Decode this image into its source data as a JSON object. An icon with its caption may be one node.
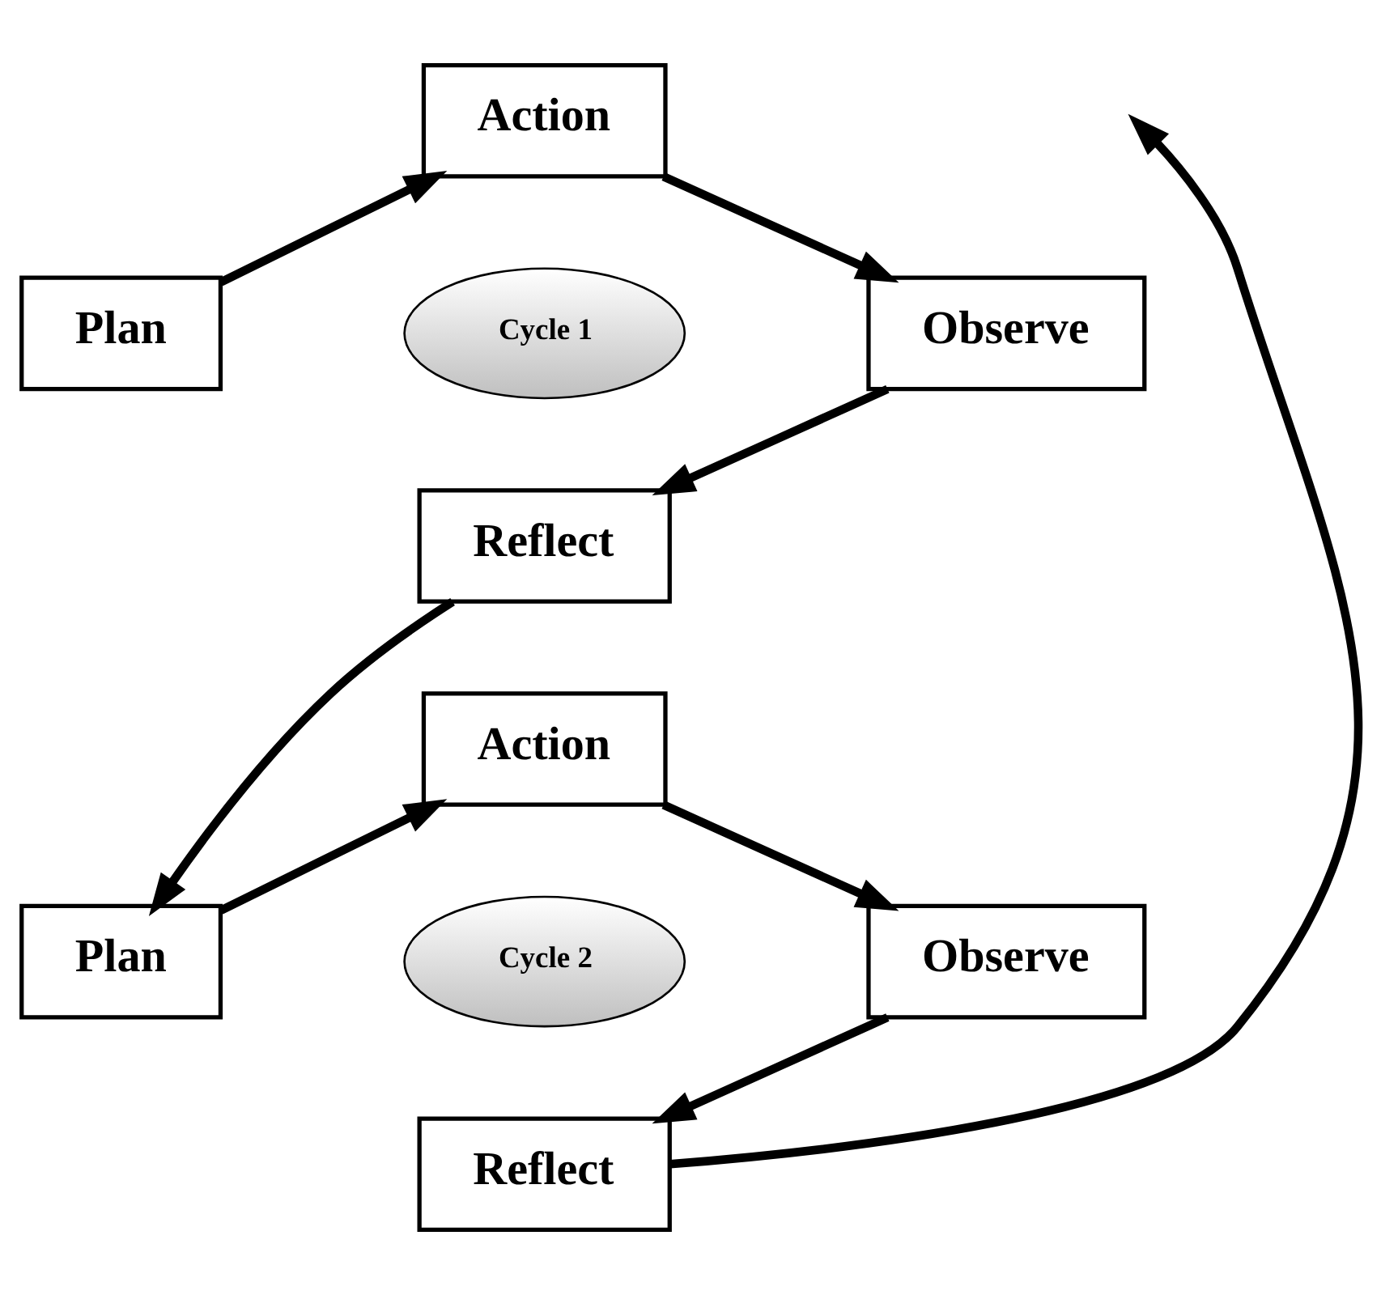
{
  "diagram": {
    "nodes": [
      {
        "text": [
          "Plan"
        ]
      },
      {
        "text": [
          "Action"
        ]
      },
      {
        "text": [
          "Cycle 1"
        ]
      },
      {
        "text": [
          "Observe"
        ]
      },
      {
        "text": [
          "Reflect"
        ]
      },
      {
        "text": [
          "Plan"
        ]
      },
      {
        "text": [
          "Action"
        ]
      },
      {
        "text": [
          "Cycle 2"
        ]
      },
      {
        "text": [
          "Observe"
        ]
      },
      {
        "text": [
          "Reflect"
        ]
      }
    ],
    "edges": [
      {
        "from": 0,
        "to": 1,
        "arrow": "to"
      },
      {
        "from": 1,
        "to": 3,
        "arrow": "to"
      },
      {
        "from": 3,
        "to": 4,
        "arrow": "to"
      },
      {
        "from": 4,
        "to": 5,
        "arrow": "to"
      },
      {
        "from": 5,
        "to": 6,
        "arrow": "to"
      },
      {
        "from": 6,
        "to": 8,
        "arrow": "to"
      },
      {
        "from": 8,
        "to": 9,
        "arrow": "to"
      },
      {
        "from": 9,
        "to": null,
        "arrow": "to"
      }
    ]
  }
}
